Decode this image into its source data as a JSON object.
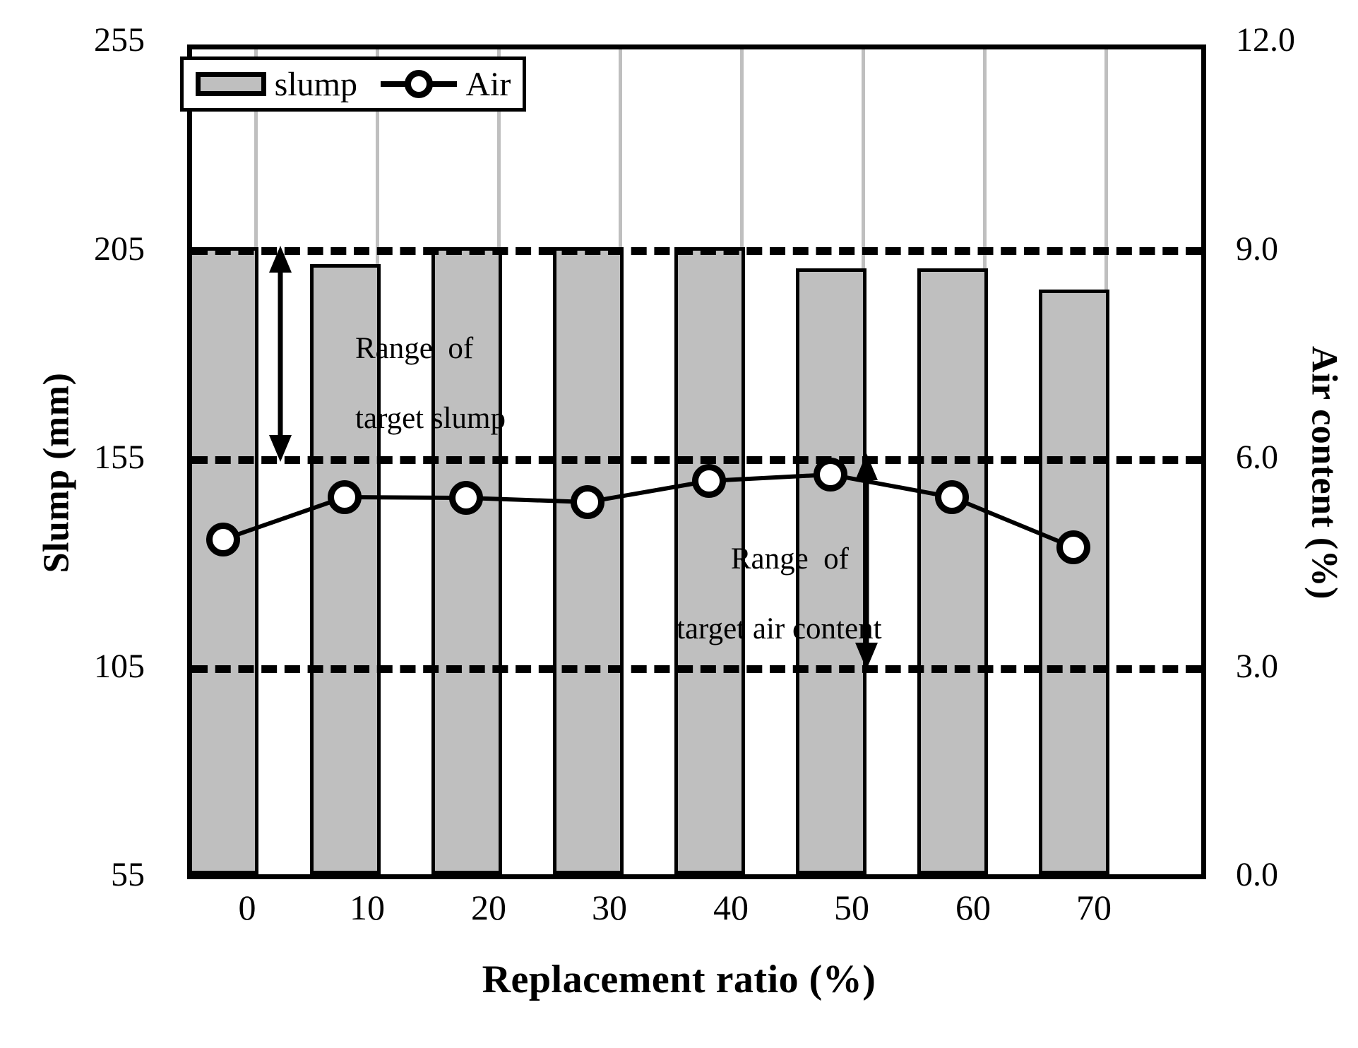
{
  "chart_data": {
    "type": "bar",
    "title": "",
    "xlabel": "Replacement ratio (%)",
    "ylabel": "Slump (mm)",
    "y2label": "Air content (%)",
    "categories": [
      "0",
      "10",
      "20",
      "30",
      "40",
      "50",
      "60",
      "70"
    ],
    "ylim": [
      55,
      255
    ],
    "y2lim": [
      0.0,
      12.0
    ],
    "yticks": [
      "255",
      "205",
      "155",
      "105",
      "55"
    ],
    "y2ticks": [
      "12.0",
      "9.0",
      "6.0",
      "3.0",
      "0.0"
    ],
    "grid": "vertical-only",
    "legend_position": "top-left-inside",
    "series": [
      {
        "name": "slump",
        "kind": "bar",
        "axis": "left",
        "unit": "mm",
        "color": "#BFBFBF",
        "edge_color": "#000000",
        "values": [
          205,
          201,
          205,
          205,
          205,
          200,
          200,
          195
        ]
      },
      {
        "name": "Air",
        "kind": "line",
        "axis": "right",
        "unit": "%",
        "marker": "circle-open",
        "color": "#000000",
        "values": [
          4.8,
          5.4,
          5.4,
          5.35,
          5.65,
          5.75,
          5.4,
          4.75
        ]
      }
    ],
    "annotations": [
      {
        "id": "range-target-slump",
        "text": "Range  of\ntarget slump",
        "arrow": "double-vertical",
        "from": 155,
        "to": 205,
        "axis": "left"
      },
      {
        "id": "range-target-air",
        "text": "Range  of\ntarget air content",
        "arrow": "double-vertical",
        "from": 3.0,
        "to": 6.0,
        "axis": "right"
      }
    ],
    "reference_lines": [
      {
        "id": "upper-slump-limit",
        "left_value": 205,
        "right_value": 9.0,
        "style": "dashed"
      },
      {
        "id": "lower-slump-limit",
        "left_value": 155,
        "right_value": 6.0,
        "style": "dashed"
      },
      {
        "id": "lower-air-limit",
        "left_value": 105,
        "right_value": 3.0,
        "style": "dashed"
      }
    ]
  },
  "legend": {
    "items": [
      {
        "label": "slump",
        "marker": "bar-swatch"
      },
      {
        "label": "Air",
        "marker": "line-circle"
      }
    ]
  },
  "axes": {
    "left": {
      "title": "Slump (mm)",
      "ticks": [
        "255",
        "205",
        "155",
        "105",
        "55"
      ]
    },
    "right": {
      "title": "Air content (%)",
      "ticks": [
        "12.0",
        "9.0",
        "6.0",
        "3.0",
        "0.0"
      ]
    },
    "bottom": {
      "title": "Replacement ratio (%)",
      "ticks": [
        "0",
        "10",
        "20",
        "30",
        "40",
        "50",
        "60",
        "70"
      ]
    }
  },
  "annotations": {
    "slump_range_line1": "Range  of",
    "slump_range_line2": "target slump",
    "air_range_line1": "Range  of",
    "air_range_line2": "target air content"
  }
}
